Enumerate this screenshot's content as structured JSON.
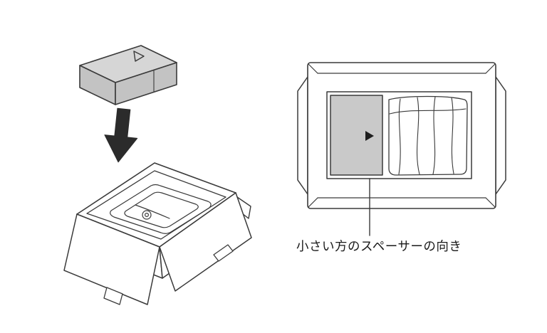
{
  "caption": {
    "label": "小さい方のスペーサーの向き"
  },
  "illustrations": {
    "left": {
      "name": "insert-spacer-into-box"
    },
    "right": {
      "name": "top-view-spacer-orientation"
    }
  },
  "icons": {
    "down_arrow": "⬇",
    "spacer_direction_triangle": "▶",
    "spacer_top_marker": "▷"
  },
  "colors": {
    "line": "#3a3a3a",
    "spacer_top_fill": "#d6d6d6",
    "spacer_side_fill": "#c3c3c3",
    "spacer_topview_fill": "#c9c9c9",
    "arrow_fill": "#2b2b2b",
    "marker_fill": "#1e1e1e",
    "background": "#ffffff"
  }
}
